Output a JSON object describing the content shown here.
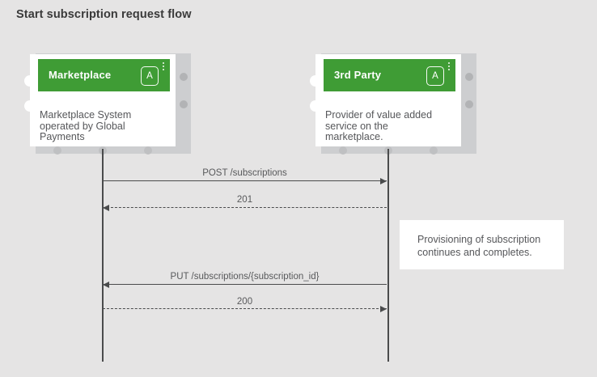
{
  "page": {
    "title": "Start subscription request flow"
  },
  "colors": {
    "background": "#e5e4e4",
    "actor_header_green": "#3f9c35",
    "card_white": "#ffffff",
    "backing_gray": "#cdced0",
    "line_dark": "#4a4b4c",
    "text_gray": "#56575a"
  },
  "actors": [
    {
      "name": "Marketplace",
      "badge_letter": "A",
      "description": "Marketplace System operated by Global Payments"
    },
    {
      "name": "3rd Party",
      "badge_letter": "A",
      "description": "Provider of value added service on the marketplace."
    }
  ],
  "messages": [
    {
      "label": "POST /subscriptions",
      "from": "Marketplace",
      "to": "3rd Party",
      "line_style": "solid",
      "direction": "right"
    },
    {
      "label": "201",
      "from": "3rd Party",
      "to": "Marketplace",
      "line_style": "dashed",
      "direction": "left"
    },
    {
      "label": "PUT /subscriptions/{subscription_id}",
      "from": "3rd Party",
      "to": "Marketplace",
      "line_style": "solid",
      "direction": "left"
    },
    {
      "label": "200",
      "from": "Marketplace",
      "to": "3rd Party",
      "line_style": "dashed",
      "direction": "right"
    }
  ],
  "note": {
    "text": "Provisioning of subscription continues and completes."
  }
}
